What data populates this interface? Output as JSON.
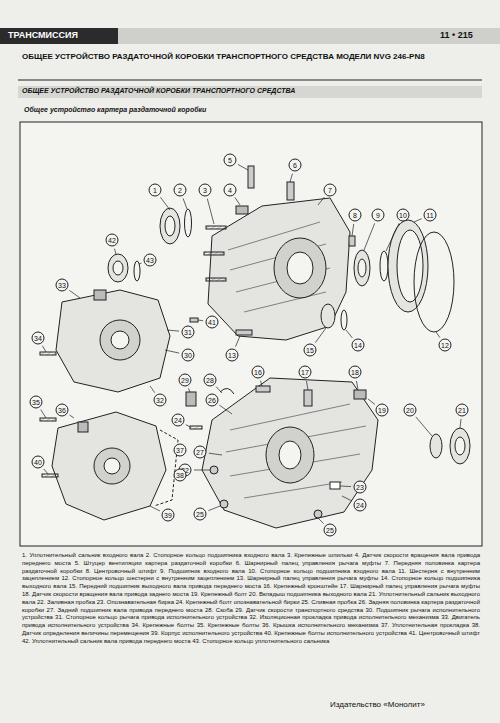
{
  "diagram": {
    "title": "ОБЩЕЕ УСТРОЙСТВО РАЗДАТОЧНОЙ КОРОБКИ ТРАНСПОРТНОГО СРЕДСТВА МОДЕЛИ NVG 246-PN8",
    "caption": "1. Уплотнительный сальник входного вала 2. Стопорное кольцо подшипника входного вала 3. Крепежные шпильки 4. Датчик скорости вращения вала привода переднего моста 5. Штуцер вентиляции картера раздаточной коробки 6. Шарнирный палец управления рычага муфты 7. Передняя половинка картера раздаточной коробки 8. Центровочный штифт 9. Подшипник входного вала 10. Стопорное кольцо подшипника входного вала 11. Шестерня с внутренним зацеплением 12. Стопорное кольцо шестерни с внутренним зацеплением 13. Шарнирный палец управления рычага муфты 14. Стопорное кольцо подшипника выходного вала 15. Передний подшипник выходного вала привода переднего моста 16. Крепежный кронштейн 17. Шарнирный палец управления рычага муфты 18. Датчик скорости вращения вала привода заднего моста 19. Крепежный болт 20. Вкладыш подшипника выходного вала 21. Уплотнительный сальник выходного вала 22. Заливная пробка 23. Опознавательная бирка 24. Крепежный болт опознавательной бирки 25. Сливная пробка 26. Задняя половинка картера раздаточной коробки 27. Задний подшипник вала привода переднего моста 28. Скоба 29. Датчик скорости транспортного средства 30. Подшипник рычага исполнительного устройства 31. Стопорное кольцо рычага привода исполнительного устройства 32. Изоляционная прокладка привода исполнительного механизма 33. Двигатель привода исполнительного устройства 34. Крепежные болты 35. Крепежные болты 36. Крышка исполнительного механизма 37. Уплотнительная прокладка 38. Датчик определения величины перемещения 39. Корпус исполнительного устройства 40. Крепежные болты исполнительного устройства 41. Центровочный штифт 42. Уплотнительный сальник вала привода переднего моста 43. Стопорное кольцо уплотнительного сальника",
    "labels": [
      "ТРАНСМИССИЯ",
      "11 • 215",
      "ОБЩЕЕ УСТРОЙСТВО РАЗДАТОЧНОЙ КОРОБКИ ТРАНСПОРТНОГО СРЕДСТВА",
      "Общее устройство картера раздаточной коробки",
      "1",
      "2",
      "3",
      "4",
      "5",
      "6",
      "7",
      "8",
      "9",
      "10",
      "11",
      "12",
      "13",
      "14",
      "15",
      "16",
      "17",
      "18",
      "19",
      "20",
      "21",
      "22",
      "23",
      "24",
      "24",
      "25",
      "25",
      "26",
      "27",
      "28",
      "29",
      "30",
      "31",
      "32",
      "33",
      "34",
      "35",
      "36",
      "37",
      "38",
      "39",
      "40",
      "41",
      "42",
      "43",
      "Издательство «Монолит»"
    ]
  }
}
